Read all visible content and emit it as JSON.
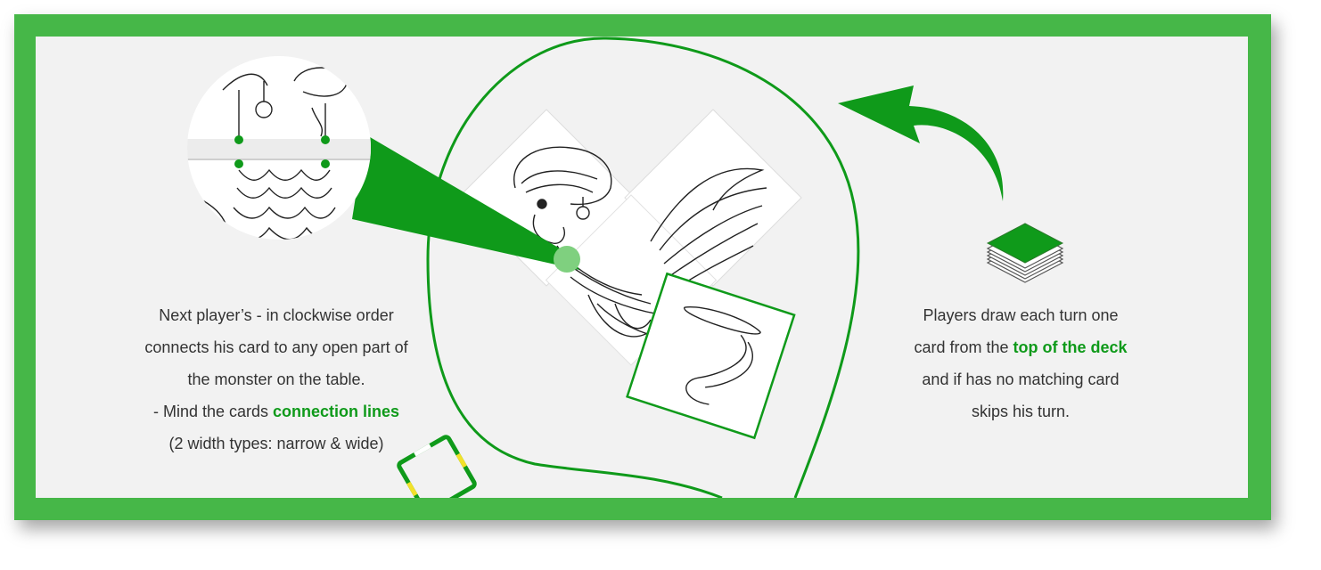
{
  "colors": {
    "frame_green": "#46b748",
    "accent_green": "#0f9a1a",
    "panel_bg": "#f2f2f2",
    "body_text": "#333333"
  },
  "left_text": {
    "line1": "Next player’s - in clockwise order",
    "line2": "connects his card to any open part of",
    "line3": "the monster on the table.",
    "line4_prefix": "- Mind the cards ",
    "line4_highlight": "connection lines",
    "line5": "(2 width types: narrow & wide)"
  },
  "right_text": {
    "line1": "Players draw each turn one",
    "line2_prefix": "card from the ",
    "line2_highlight": "top of the deck",
    "line3": "and if has no matching card",
    "line4": "skips his turn."
  },
  "icons": {
    "magnifier": "magnifier-lens-icon",
    "deck": "card-deck-icon",
    "arrow": "curved-arrow-icon",
    "card_outline": "card-outline-icon"
  }
}
